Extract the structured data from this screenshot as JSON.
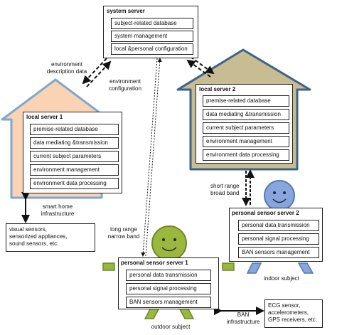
{
  "system_server": {
    "title": "system server",
    "items": [
      "subject-related database",
      "system management",
      "local &personal configuration"
    ]
  },
  "local_server_1": {
    "title": "local server 1",
    "items": [
      "premise-related database",
      "data mediating &transmission",
      "current subject parameters",
      "environment management",
      "environment data processing"
    ]
  },
  "local_server_2": {
    "title": "local server 2",
    "items": [
      "premise-related database",
      "data mediating &transmission",
      "current subject parameters",
      "environment management",
      "environment data processing"
    ]
  },
  "personal_sensor_server_1": {
    "title": "personal sensor server 1",
    "items": [
      "personal data transmission",
      "personal signal processing",
      "BAN sensors management"
    ]
  },
  "personal_sensor_server_2": {
    "title": "personal sensor server 2",
    "items": [
      "personal data transmission",
      "personal signal processing",
      "BAN sensors management"
    ]
  },
  "labels": {
    "env_description": [
      "environment",
      "description data"
    ],
    "env_configuration": [
      "environment",
      "configuration"
    ],
    "smart_home": [
      "smart home",
      "infrastructure"
    ],
    "short_range": [
      "short range",
      "broad band"
    ],
    "long_range": [
      "long range",
      "narrow band"
    ],
    "ban_infra": [
      "BAN",
      "infrastructure"
    ],
    "indoor": "indoor subject",
    "outdoor": "outdoor subject"
  },
  "notes": {
    "sensors_left": [
      "visual sensors,",
      "sensorized appliances,",
      "sound sensors, etc."
    ],
    "sensors_right": [
      "ECG sensor,",
      "accelerometers,",
      "GPS receivers, etc."
    ]
  },
  "colors": {
    "house1_fill": "#f9d3b4",
    "house1_stroke": "#7fa7cf",
    "house2_fill": "#c7bc92",
    "house2_stroke": "#3d6389",
    "person_fill": "#9ab73f",
    "person_indoor_fill": "#89a6dc",
    "person_stroke": "#4e7bb4"
  }
}
